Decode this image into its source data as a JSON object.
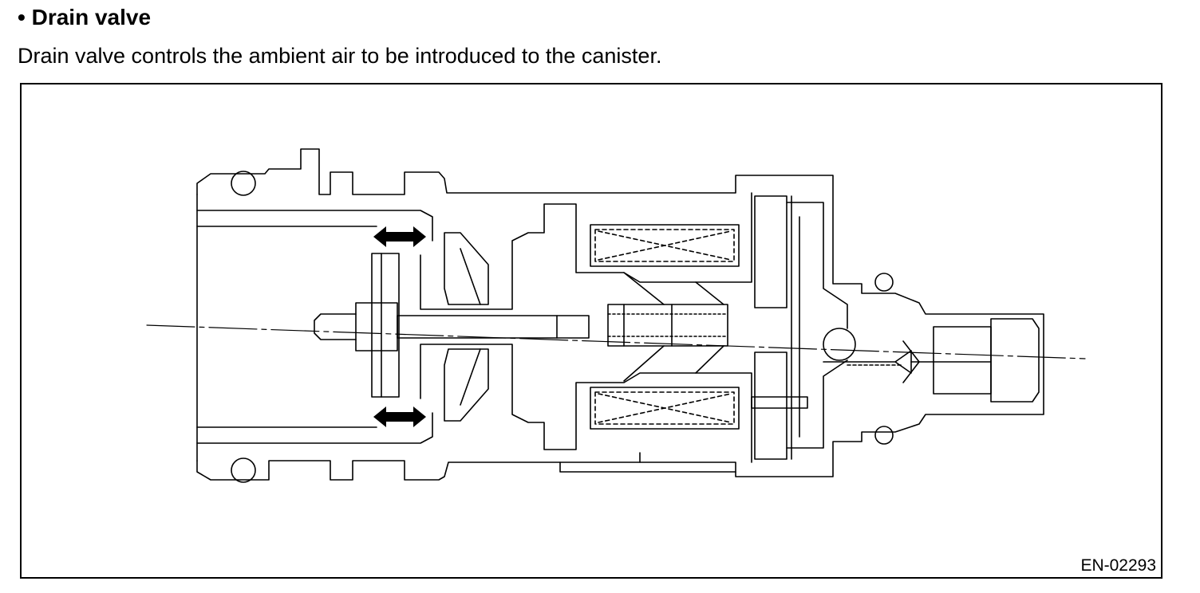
{
  "section": {
    "bullet": "•",
    "title": "Drain valve",
    "description": "Drain valve controls the ambient air to be introduced to the canister."
  },
  "figure": {
    "id": "EN-02293"
  }
}
